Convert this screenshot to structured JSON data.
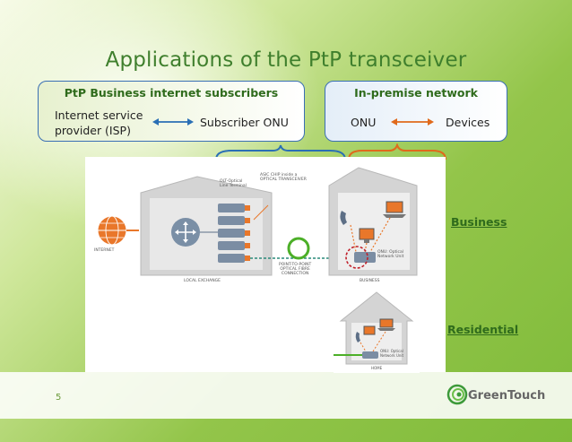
{
  "slide": {
    "title": "Applications of the PtP transceiver",
    "page_number": "5"
  },
  "left_panel": {
    "heading": "PtP Business internet subscribers",
    "left_text": "Internet service provider (ISP)",
    "right_text": "Subscriber ONU"
  },
  "right_panel": {
    "heading": "In-premise network",
    "left_text": "ONU",
    "right_text": "Devices"
  },
  "labels": {
    "business": "Business",
    "residential": "Residential"
  },
  "diagram": {
    "internet": "INTERNET",
    "olt_title": "OLT-Optical\nLine Terminal",
    "asic_callout": "ASIC CHIP inside a\nOPTICAL TRANSCEIVER",
    "fibre_label": "POINT-TO-POINT\nOPTICAL FIBRE\nCONNECTION",
    "local_exchange": "LOCAL EXCHANGE",
    "onu_label": "ONU: Optical\nNetwork Unit",
    "business_caption": "BUSINESS",
    "home_onu_label": "ONU: Optical\nNetwork Unit",
    "home_caption": "HOME"
  },
  "footer": {
    "logo": "GreenTouch"
  },
  "colors": {
    "title": "#3f7f2d",
    "arrow_blue": "#2a6fb5",
    "arrow_orange": "#e06a1c",
    "fibre_green": "#4caf28"
  }
}
